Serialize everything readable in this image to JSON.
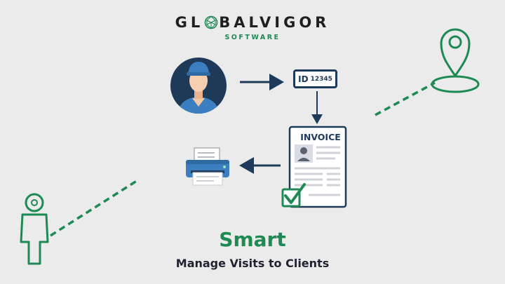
{
  "logo": {
    "word_left": "GL",
    "word_right": "BALVIGOR",
    "subtitle": "SOFTWARE",
    "globe_icon": "globe-icon"
  },
  "id_card": {
    "prefix": "ID",
    "number": "12345"
  },
  "invoice": {
    "title": "INVOICE"
  },
  "headline": "Smart",
  "subline": "Manage Visits to Clients",
  "icons": [
    "worker-avatar-icon",
    "id-card-icon",
    "invoice-document-icon",
    "checkmark-icon",
    "printer-icon",
    "location-pin-icon",
    "person-icon"
  ],
  "colors": {
    "accent_green": "#1e8a53",
    "navy": "#1e3a5a",
    "background": "#ebebeb"
  }
}
